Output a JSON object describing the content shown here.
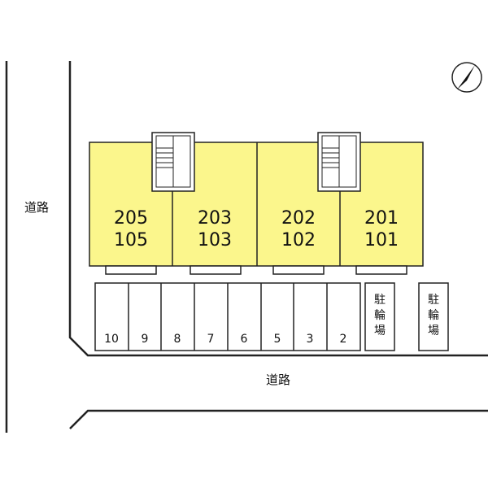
{
  "roads": {
    "west_label": "道路",
    "south_label": "道路"
  },
  "units": [
    {
      "upper": "205",
      "lower": "105"
    },
    {
      "upper": "203",
      "lower": "103"
    },
    {
      "upper": "202",
      "lower": "102"
    },
    {
      "upper": "201",
      "lower": "101"
    }
  ],
  "parking_spaces": [
    "10",
    "9",
    "8",
    "7",
    "6",
    "5",
    "3",
    "2"
  ],
  "bicycle_parking": [
    {
      "chars": [
        "駐",
        "輪",
        "場"
      ]
    },
    {
      "chars": [
        "駐",
        "輪",
        "場"
      ]
    }
  ],
  "colors": {
    "building_fill": "#fbf68c",
    "line": "#222222"
  },
  "icons": {
    "north": "north-arrow-icon",
    "stairs": "stairs-icon"
  }
}
